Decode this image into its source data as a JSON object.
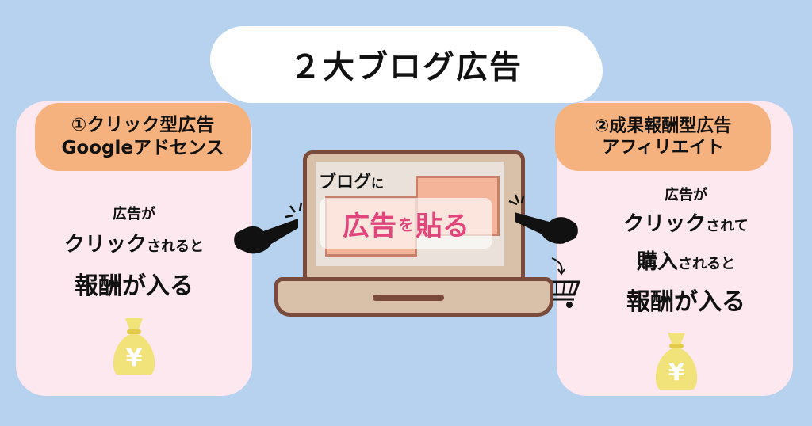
{
  "title": "２大ブログ広告",
  "left_panel": {
    "heading_line1": "①クリック型広告",
    "heading_line2": "Googleアドセンス",
    "line1": "広告が",
    "line2_big": "クリック",
    "line2_small": "されると",
    "line3": "報酬が入る",
    "bag_symbol": "¥"
  },
  "right_panel": {
    "heading_line1": "②成果報酬型広告",
    "heading_line2": "アフィリエイト",
    "line1": "広告が",
    "line2_big": "クリック",
    "line2_small": "されて",
    "line3_big": "購入",
    "line3_small": "されると",
    "line4": "報酬が入る",
    "bag_symbol": "¥"
  },
  "laptop": {
    "blog_label_big": "ブログ",
    "blog_label_small": "に",
    "ad_word1": "広告",
    "ad_particle": "を",
    "ad_word2": "貼る"
  },
  "icons": [
    "pointing-hand-icon",
    "money-bag-icon",
    "shopping-cart-icon",
    "laptop-icon"
  ],
  "colors": {
    "background": "#b7d2ee",
    "panel": "#fde8f0",
    "heading": "#f6b27e",
    "accent": "#e0457b",
    "bag": "#f2e27a"
  }
}
